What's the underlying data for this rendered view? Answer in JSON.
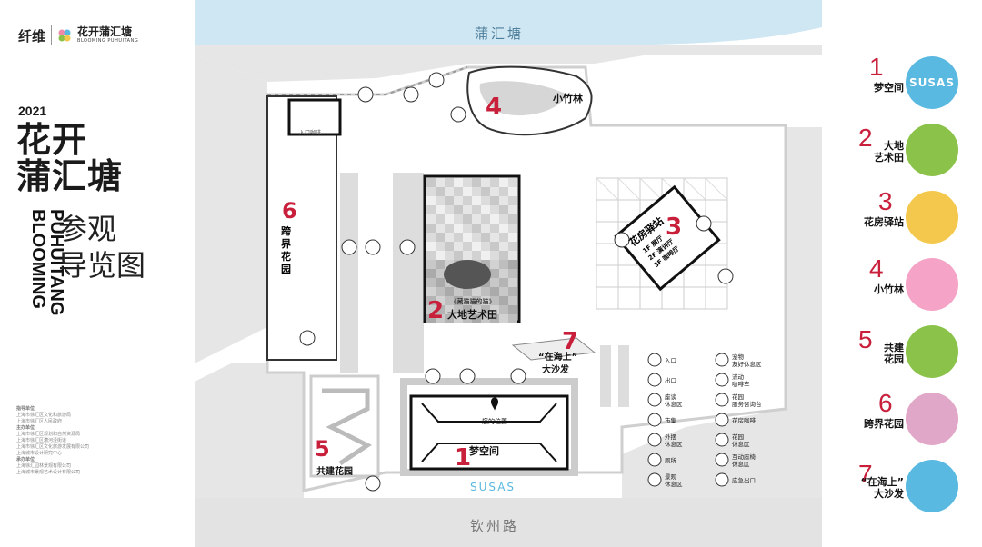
{
  "header": {
    "logo_script": "纤维",
    "logo_name": "花开蒲汇塘",
    "logo_subtitle": "BLOOMING PUHUITANG",
    "year": "2021",
    "title_line1": "花开",
    "title_line2": "蒲汇塘",
    "title_en_line1": "BLOOMING",
    "title_en_line2": "PUHUITANG",
    "subtitle_line1": "参观",
    "subtitle_line2": "导览图"
  },
  "credits": {
    "groups": [
      {
        "head": "指导单位",
        "lines": [
          "上海市徐汇区文化和旅游局",
          "上海市徐汇区人民政府"
        ]
      },
      {
        "head": "主办单位",
        "lines": [
          "上海市徐汇区规划和自然资源局",
          "上海市徐汇区漕河泾街道",
          "上海市徐汇区文化旅游发展有限公司",
          "上海城市设计研究中心"
        ]
      },
      {
        "head": "承办单位",
        "lines": [
          "上海徐汇园林景观有限公司",
          "上海城市景观艺术设计有限公司"
        ]
      }
    ]
  },
  "map": {
    "river_label": "蒲汇塘",
    "road_label": "钦州路",
    "bamboo_label": "小竹林",
    "coffee_label": "入口咖啡",
    "garden6_label": "跨界花园",
    "art_field_sub": "《藏猫猫的猫》",
    "art_field_label": "大地艺术田",
    "station_label": "花房驿站",
    "station_floors": [
      "1F 展厅",
      "2F 演讲厅",
      "3F 咖啡厅"
    ],
    "sofa_label": "“在海上”",
    "sofa_label2": "大沙发",
    "dream_label": "梦空间",
    "here_label": "您的位置",
    "susas": "SUSAS",
    "coop_label": "共建花园",
    "nums": [
      "1",
      "2",
      "3",
      "4",
      "5",
      "6",
      "7"
    ]
  },
  "map_legend": [
    {
      "icon": "entrance-icon",
      "label": "入口"
    },
    {
      "icon": "exit-icon",
      "label": "出口"
    },
    {
      "icon": "seat-icon",
      "label": "座谈\n休息区"
    },
    {
      "icon": "market-icon",
      "label": "市集"
    },
    {
      "icon": "outdoor-rest-icon",
      "label": "外摆\n休息区"
    },
    {
      "icon": "restroom-icon",
      "label": "厕所"
    },
    {
      "icon": "wood-rest-icon",
      "label": "景观\n休息区"
    },
    {
      "icon": "pet-rest-icon",
      "label": "宠物\n友好休息区"
    },
    {
      "icon": "vending-cart-icon",
      "label": "流动\n咖啡车"
    },
    {
      "icon": "service-icon",
      "label": "花园\n服务咨询台"
    },
    {
      "icon": "coffee-icon",
      "label": "花房咖啡"
    },
    {
      "icon": "flower-rest-icon",
      "label": "花园\n休息区"
    },
    {
      "icon": "interactive-icon",
      "label": "互动座椅\n休息区"
    },
    {
      "icon": "emergency-exit-icon",
      "label": "应急出口"
    }
  ],
  "legend": [
    {
      "num": "1",
      "label": "梦空间",
      "circle": "#5ab9e0",
      "badge": "SUSAS"
    },
    {
      "num": "2",
      "label": "大地\n艺术田",
      "circle": "#8bc34a"
    },
    {
      "num": "3",
      "label": "花房驿站",
      "circle": "#f3c84c"
    },
    {
      "num": "4",
      "label": "小竹林",
      "circle": "#f5a3c7"
    },
    {
      "num": "5",
      "label": "共建\n花园",
      "circle": "#8bc34a"
    },
    {
      "num": "6",
      "label": "跨界花园",
      "circle": "#e1a7c8"
    },
    {
      "num": "7",
      "label": "“在海上”\n大沙发",
      "circle": "#5ab9e0"
    }
  ],
  "colors": {
    "accent": "#c81f3b",
    "river": "#cfe6f3",
    "road": "#e3e3e3"
  }
}
